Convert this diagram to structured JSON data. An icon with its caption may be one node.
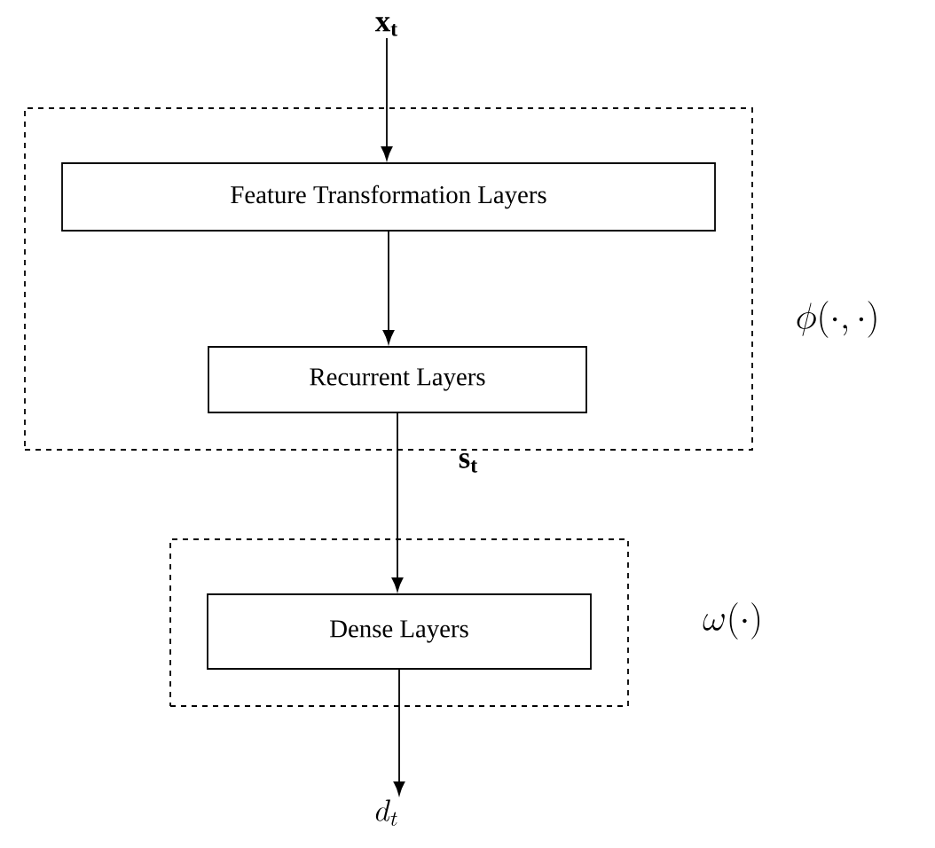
{
  "diagram": {
    "nodes": [
      {
        "text": [
          "\\phi(\\cdot,\\cdot)"
        ]
      },
      {
        "text": [
          "Feature Transformation Layers"
        ],
        "in": 0
      },
      {
        "text": [
          "Recurrent Layers"
        ],
        "in": 0
      },
      {
        "text": [
          "\\omega(\\cdot)"
        ]
      },
      {
        "text": [
          "Dense Layers"
        ],
        "in": 3
      },
      {
        "text": [
          "\\mathbf{x_t}"
        ]
      },
      {
        "text": [
          "d_t"
        ]
      }
    ],
    "edges": [
      {
        "from": 5,
        "to": 1,
        "arrow": "to"
      },
      {
        "from": 1,
        "to": 2,
        "arrow": "to"
      },
      {
        "from": 2,
        "to": 4,
        "arrow": "to",
        "label": "\\mathbf{s_t}"
      },
      {
        "from": 4,
        "to": 6,
        "arrow": "to"
      }
    ]
  }
}
